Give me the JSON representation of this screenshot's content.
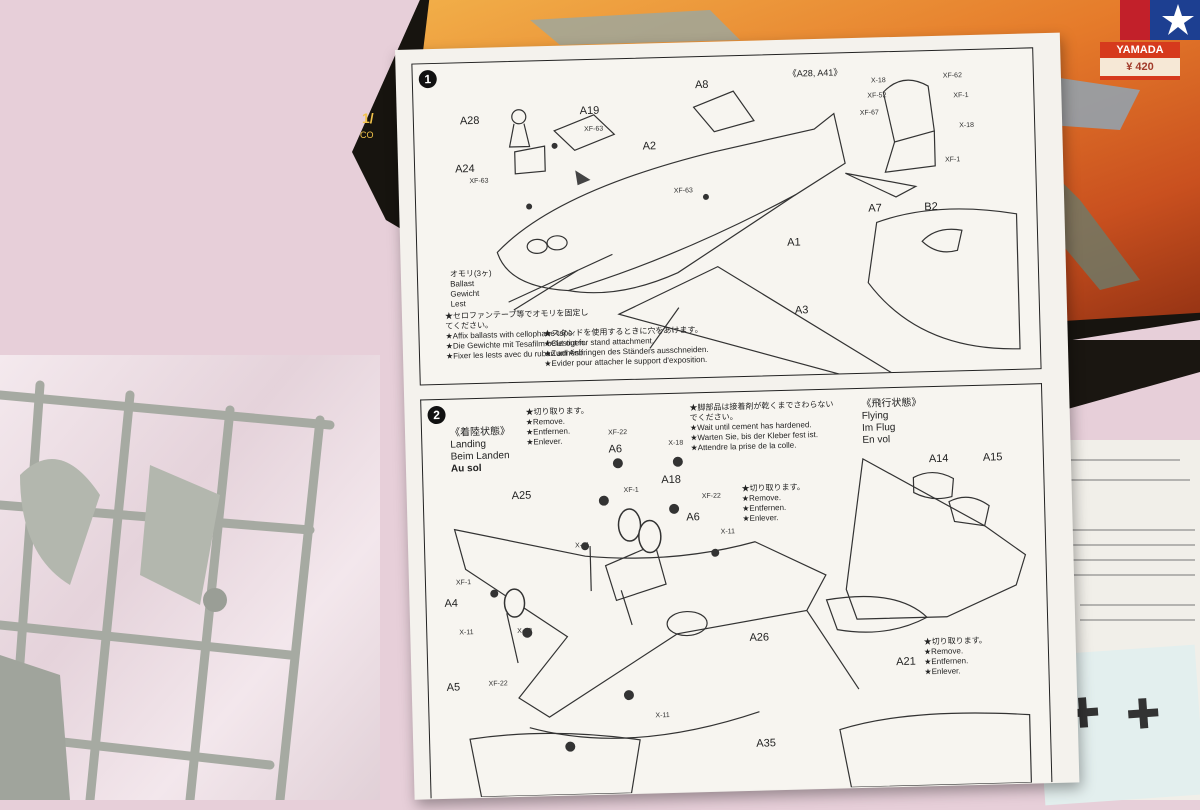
{
  "box": {
    "brand": "YAMADA",
    "price": "¥ 420",
    "side_text": "1/",
    "side_text2": "CO"
  },
  "colors": {
    "background": "#e7cfd9",
    "sheet": "#f4f2ed",
    "sprue": "#a6aaa2"
  },
  "step1": {
    "number": "1",
    "ref": "《A28, A41》",
    "parts": [
      "A28",
      "A19",
      "A24",
      "A8",
      "A2",
      "A7",
      "A1",
      "B2",
      "A3"
    ],
    "paints": [
      "XF-63",
      "XF-63",
      "XF-63",
      "X-18",
      "XF-62",
      "XF-52",
      "XF-1",
      "XF-67",
      "X-18",
      "XF-1"
    ],
    "ballast_jp": "オモリ(3ヶ)",
    "ballast": [
      "Ballast",
      "Gewicht",
      "Lest"
    ],
    "tape_jp": "★セロファンテープ等でオモリを固定し",
    "tape_jp2": "てください。",
    "tape": [
      "★Affix ballasts with cellophane tape.",
      "★Die Gewichte mit Tesafilm befestigen.",
      "★Fixer les lests avec du ruban adhésif."
    ],
    "stand_jp": "★スタンドを使用するときに穴をあけます。",
    "stand": [
      "★Cut out for stand attachment.",
      "★Zum Anbringen des Ständers ausschneiden.",
      "★Evider pour attacher le support d'exposition."
    ]
  },
  "step2": {
    "number": "2",
    "landing_jp": "《着陸状態》",
    "landing": [
      "Landing",
      "Beim Landen",
      "Au sol"
    ],
    "flying_jp": "《飛行状態》",
    "flying": [
      "Flying",
      "Im Flug",
      "En vol"
    ],
    "remove_jp": "★切り取ります。",
    "remove": [
      "★Remove.",
      "★Entfernen.",
      "★Enlever."
    ],
    "cement_jp": "★脚部品は接着剤が乾くまでさわらない",
    "cement_jp2": "でください。",
    "cement": [
      "★Wait until cement has hardened.",
      "★Warten Sie, bis der Kleber fest ist.",
      "★Attendre la prise de la colle."
    ],
    "parts": [
      "A6",
      "A18",
      "A6",
      "A25",
      "A4",
      "A5",
      "A26",
      "A14",
      "A15",
      "A21",
      "A35"
    ],
    "paints": [
      "XF-22",
      "X-18",
      "XF-1",
      "XF-22",
      "X-11",
      "X-11",
      "XF-1",
      "X-11",
      "X-18",
      "XF-22",
      "X-11"
    ]
  }
}
